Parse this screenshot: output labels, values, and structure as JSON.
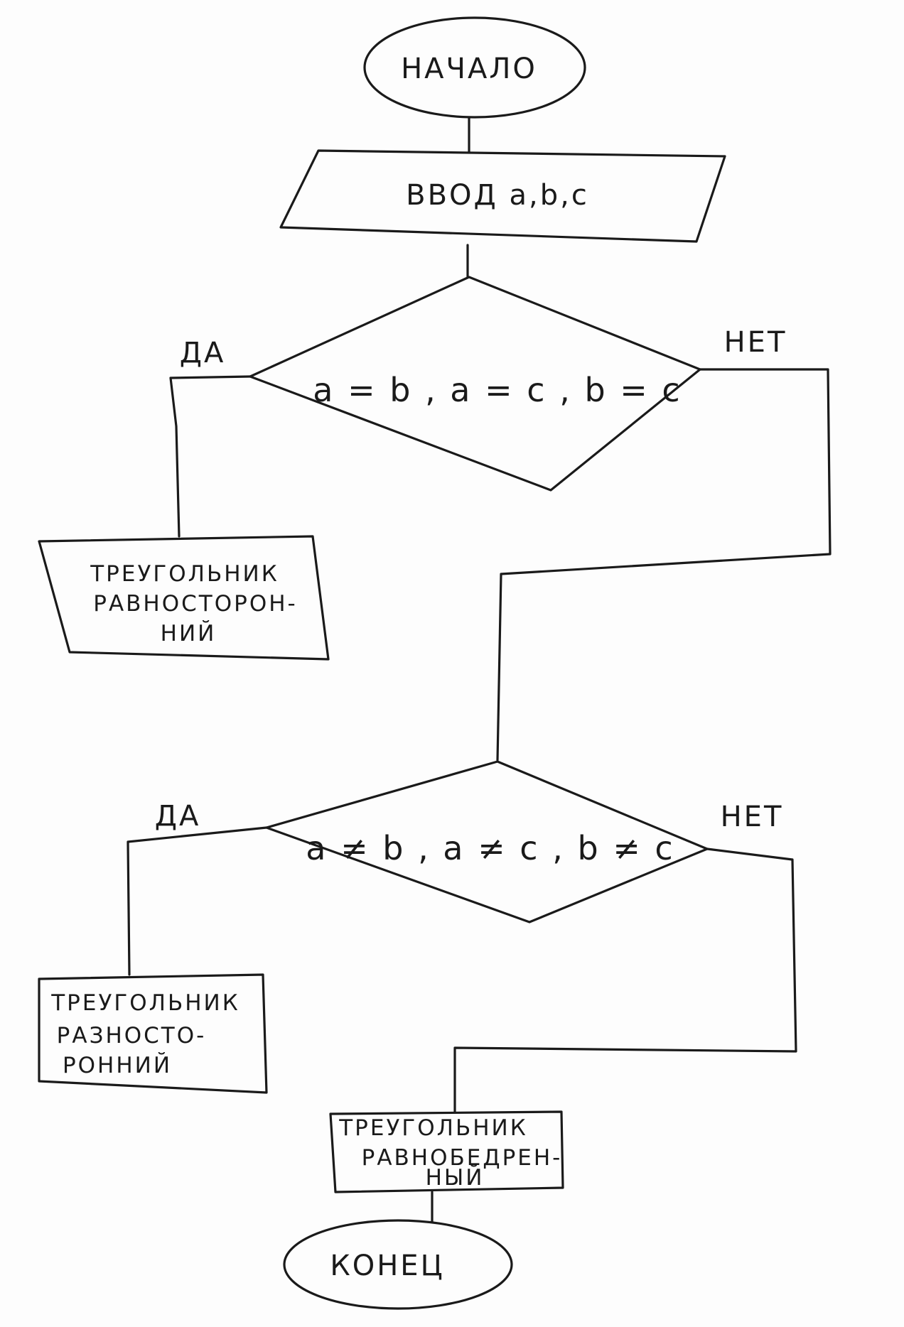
{
  "flowchart": {
    "start": "НАЧАЛО",
    "input": "ВВОД a,b,c",
    "decision1": {
      "condition": "a = b ,  a = c ,  b = c",
      "yes_label": "ДА",
      "no_label": "НЕТ"
    },
    "equilateral": {
      "line1": "ТРЕУГОЛЬНИК",
      "line2": "РАВНОСТОРОН-",
      "line3": "НИЙ"
    },
    "decision2": {
      "condition": "a ≠ b ,  a ≠ c ,  b ≠ c",
      "yes_label": "ДА",
      "no_label": "НЕТ"
    },
    "scalene": {
      "line1": "ТРЕУГОЛЬНИК",
      "line2": "РАЗНОСТО-",
      "line3": "РОННИЙ"
    },
    "isosceles": {
      "line1": "ТРЕУГОЛЬНИК",
      "line2": "РАВНОБЕДРЕН-",
      "line3": "НЫЙ"
    },
    "end": "КОНЕЦ"
  }
}
